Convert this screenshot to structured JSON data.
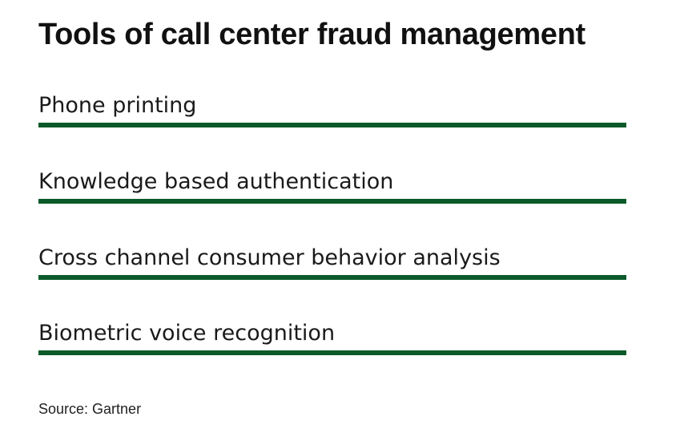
{
  "title": "Tools of call center fraud management",
  "colors": {
    "bar": "#0a5a2a",
    "text": "#1a1a1a"
  },
  "items": [
    {
      "label": "Phone printing"
    },
    {
      "label": "Knowledge based authentication"
    },
    {
      "label": "Cross channel consumer behavior analysis"
    },
    {
      "label": "Biometric voice recognition"
    }
  ],
  "source": "Source: Gartner"
}
